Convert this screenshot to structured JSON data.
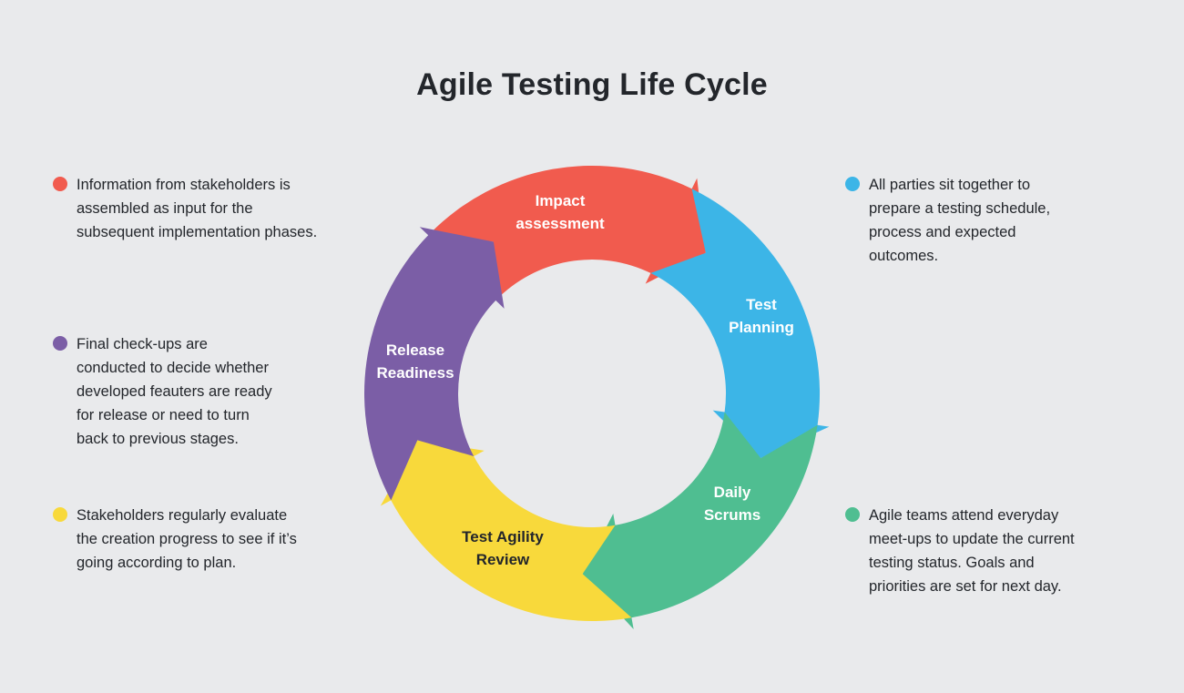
{
  "title": "Agile Testing Life Cycle",
  "colors": {
    "background": "#e9eaec",
    "text": "#23262b"
  },
  "diagram": {
    "segments": [
      {
        "id": "impact-assessment",
        "label": "Impact\nassessment",
        "color": "#F15B4E",
        "text_color": "#ffffff"
      },
      {
        "id": "test-planning",
        "label": "Test\nPlanning",
        "color": "#3CB5E7",
        "text_color": "#ffffff"
      },
      {
        "id": "daily-scrums",
        "label": "Daily\nScrums",
        "color": "#4FBE91",
        "text_color": "#ffffff"
      },
      {
        "id": "test-agility-review",
        "label": "Test Agility\nReview",
        "color": "#F8D93B",
        "text_color": "#23262b"
      },
      {
        "id": "release-readiness",
        "label": "Release\nReadiness",
        "color": "#7B5EA6",
        "text_color": "#ffffff"
      }
    ]
  },
  "annotations": [
    {
      "id": "impact-assessment",
      "side": "left",
      "color": "#F15B4E",
      "text": "Information from stakeholders is\nassembled as input for the\nsubsequent implementation phases."
    },
    {
      "id": "release-readiness",
      "side": "left",
      "color": "#7B5EA6",
      "text": "Final check-ups are\nconducted to decide whether\ndeveloped feauters are ready\nfor release or need to turn\nback to previous stages."
    },
    {
      "id": "test-agility-review",
      "side": "left",
      "color": "#F8D93B",
      "text": "Stakeholders regularly evaluate\nthe creation progress to see if it’s\ngoing according to plan."
    },
    {
      "id": "test-planning",
      "side": "right",
      "color": "#3CB5E7",
      "text": "All parties sit together to\nprepare a testing schedule,\nprocess and expected\noutcomes."
    },
    {
      "id": "daily-scrums",
      "side": "right",
      "color": "#4FBE91",
      "text": "Agile teams attend everyday\nmeet-ups to update the current\ntesting status. Goals and\npriorities are set for next day."
    }
  ]
}
